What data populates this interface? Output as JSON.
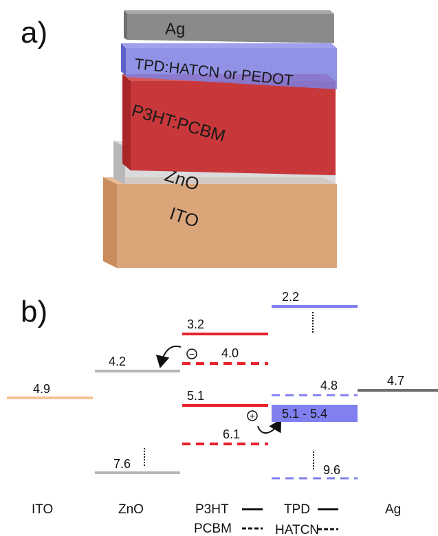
{
  "panels": {
    "a": "a)",
    "b": "b)"
  },
  "stack": {
    "layers": [
      {
        "key": "ag",
        "label": "Ag",
        "front": "#8a8a8a",
        "side": "#6f6f6f",
        "top": "#a8a8a8"
      },
      {
        "key": "htl",
        "label": "TPD:HATCN or PEDOT",
        "front": "#7d7fe0",
        "side": "#5f62c8",
        "top": "#9fa1ee"
      },
      {
        "key": "active",
        "label": "P3HT:PCBM",
        "front": "#c8383a",
        "side": "#a82628",
        "top": "#d8585a"
      },
      {
        "key": "zno",
        "label": "ZnO",
        "front": "#cfcfd2",
        "side": "#b8b8bb",
        "top": "#e0e0e2"
      },
      {
        "key": "ito",
        "label": "ITO",
        "front": "#dba57a",
        "side": "#c98c5c",
        "top": "#e6bb96"
      }
    ]
  },
  "energy_diagram": {
    "colors": {
      "ito": "#f6c38e",
      "zno": "#b5b5b5",
      "p3ht": "#e8202a",
      "tpd": "#8080f0",
      "ag": "#707070",
      "band_fill": "#8080f0"
    },
    "levels": {
      "ito": "4.9",
      "zno_cb": "4.2",
      "zno_vb": "7.6",
      "p3ht_lumo": "3.2",
      "pcbm_lumo": "4.0",
      "p3ht_homo": "5.1",
      "pcbm_homo": "6.1",
      "tpd_lumo": "2.2",
      "hatcn_level": "4.8",
      "tpd_homo_band": "5.1 - 5.4",
      "hatcn_low": "9.6",
      "ag": "4.7"
    },
    "charges": {
      "electron": "−",
      "hole": "+"
    },
    "materials": {
      "ito": "ITO",
      "zno": "ZnO",
      "p3ht": "P3HT",
      "tpd": "TPD",
      "pcbm": "PCBM",
      "hatcn": "HATCN",
      "ag": "Ag"
    }
  }
}
